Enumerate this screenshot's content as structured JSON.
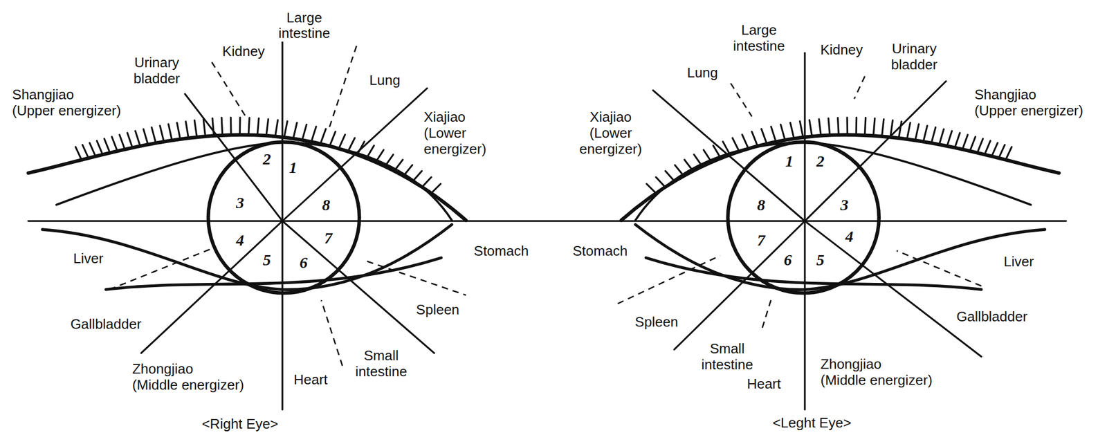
{
  "diagram": {
    "labels": [
      "Large intestine",
      "Kidney",
      "Urinary bladder",
      "Lung",
      "Shangjiao (Upper energizer)",
      "Xiajiao (Lower energizer)",
      "Liver",
      "Stomach",
      "Spleen",
      "Gallbladder",
      "Small intestine",
      "Zhongjiao (Middle energizer)",
      "Heart",
      "<Right Eye>",
      "1",
      "2",
      "3",
      "4",
      "5",
      "6",
      "7",
      "8",
      "Large intestine",
      "Kidney",
      "Urinary bladder",
      "Lung",
      "Shangjiao (Upper energizer)",
      "Xiajiao (Lower energizer)",
      "Stomach",
      "Liver",
      "Gallbladder",
      "Spleen",
      "Small intestine",
      "Heart",
      "Zhongjiao (Middle energizer)",
      "<Leght Eye>",
      "1",
      "2",
      "3",
      "4",
      "5",
      "6",
      "7",
      "8"
    ]
  }
}
